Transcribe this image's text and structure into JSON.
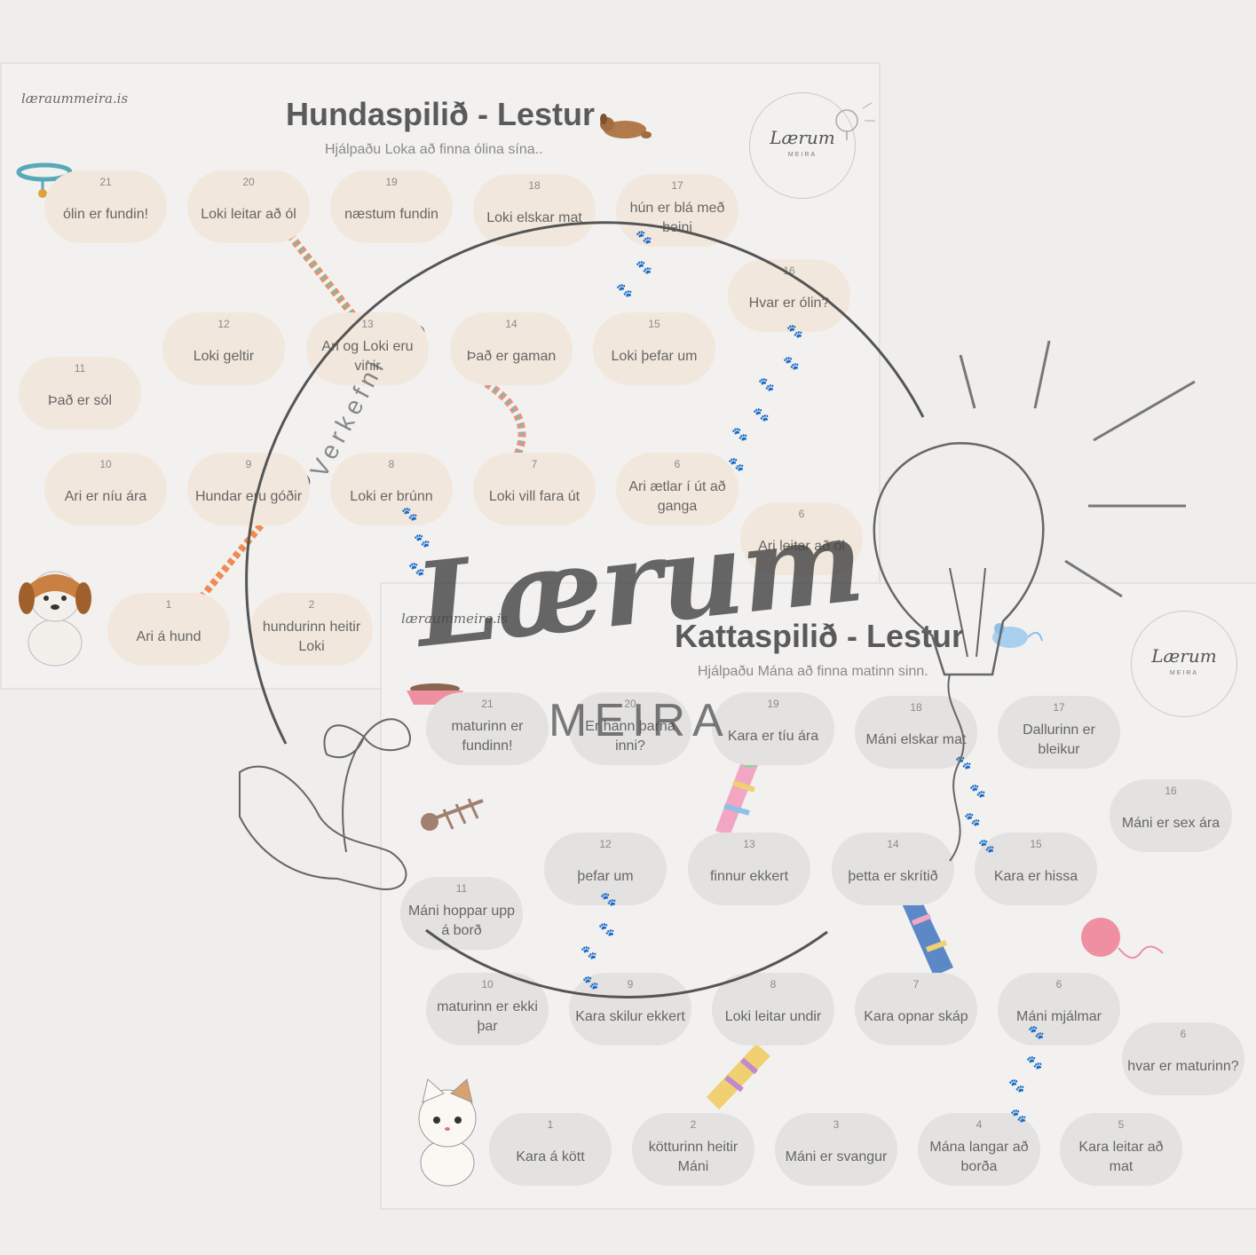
{
  "dog_sheet": {
    "site": "læraummeira.is",
    "title": "Hundaspilið - Lestur",
    "subtitle": "Hjálpaðu Loka  að finna ólina sína..",
    "logo_word": "Lærum",
    "logo_sub": "MEIRA",
    "spaces": [
      {
        "n": "21",
        "text": "ólin er fundin!"
      },
      {
        "n": "20",
        "text": "Loki leitar að ól"
      },
      {
        "n": "19",
        "text": "næstum fundin"
      },
      {
        "n": "18",
        "text": "Loki elskar mat"
      },
      {
        "n": "17",
        "text": "hún er blá með beini"
      },
      {
        "n": "16",
        "text": "Hvar er ólin?"
      },
      {
        "n": "12",
        "text": "Loki geltir"
      },
      {
        "n": "13",
        "text": "Ari og Loki eru vinir"
      },
      {
        "n": "14",
        "text": "Það er gaman"
      },
      {
        "n": "15",
        "text": "Loki þefar um"
      },
      {
        "n": "11",
        "text": "Það er sól"
      },
      {
        "n": "10",
        "text": "Ari er níu ára"
      },
      {
        "n": "9",
        "text": "Hundar eru góðir"
      },
      {
        "n": "8",
        "text": "Loki er brúnn"
      },
      {
        "n": "7",
        "text": "Loki vill fara út"
      },
      {
        "n": "6",
        "text": "Ari ætlar í út að ganga"
      },
      {
        "n": "6",
        "text": "Ari leitar að ól"
      },
      {
        "n": "1",
        "text": "Ari á hund"
      },
      {
        "n": "2",
        "text": "hundurinn heitir Loki"
      }
    ]
  },
  "cat_sheet": {
    "site": "læraummeira.is",
    "title": "Kattaspilið - Lestur",
    "subtitle": "Hjálpaðu Mána  að finna matinn sinn.",
    "logo_word": "Lærum",
    "logo_sub": "MEIRA",
    "spaces": [
      {
        "n": "21",
        "text": "maturinn er fundinn!"
      },
      {
        "n": "20",
        "text": "Er hann þarna inni?"
      },
      {
        "n": "19",
        "text": "Kara er tíu ára"
      },
      {
        "n": "18",
        "text": "Máni elskar mat"
      },
      {
        "n": "17",
        "text": "Dallurinn er bleikur"
      },
      {
        "n": "16",
        "text": "Máni er sex ára"
      },
      {
        "n": "12",
        "text": "þefar um"
      },
      {
        "n": "13",
        "text": "finnur ekkert"
      },
      {
        "n": "14",
        "text": "þetta er skrítið"
      },
      {
        "n": "15",
        "text": "Kara er hissa"
      },
      {
        "n": "11",
        "text": "Máni hoppar upp á borð"
      },
      {
        "n": "10",
        "text": "maturinn er ekki þar"
      },
      {
        "n": "9",
        "text": "Kara skilur ekkert"
      },
      {
        "n": "8",
        "text": "Loki leitar undir"
      },
      {
        "n": "7",
        "text": "Kara opnar skáp"
      },
      {
        "n": "6",
        "text": "Máni mjálmar"
      },
      {
        "n": "6",
        "text": "hvar er maturinn?"
      },
      {
        "n": "1",
        "text": "Kara á kött"
      },
      {
        "n": "2",
        "text": "kötturinn heitir Máni"
      },
      {
        "n": "3",
        "text": "Máni er svangur"
      },
      {
        "n": "4",
        "text": "Mána langar að borða"
      },
      {
        "n": "5",
        "text": "Kara leitar að mat"
      }
    ]
  },
  "watermark": {
    "word": "Lærum",
    "sub": "MEIRA",
    "arc_text": "Verkefni"
  },
  "paw_glyph": "🐾",
  "colors": {
    "dog_space": "#f2e7dc",
    "cat_space": "#e3e2e0",
    "background": "#efeeed"
  }
}
